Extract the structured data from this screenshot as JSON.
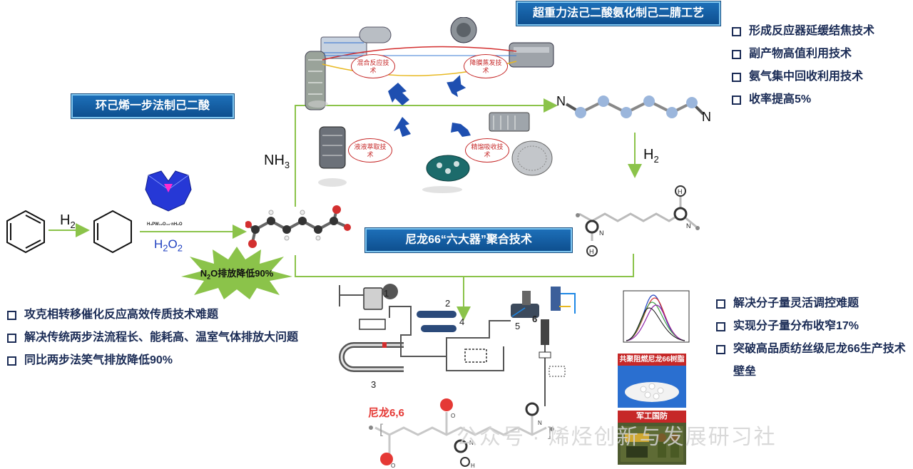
{
  "banners": {
    "top": "超重力法己二酸氨化制己二腈工艺",
    "left": "环己烯一步法制己二酸",
    "middle": "尼龙66“六大器”聚合技术"
  },
  "top_right_points": [
    "形成反应器延缓结焦技术",
    "副产物高值利用技术",
    "氨气集中回收利用技术",
    "收率提高5%"
  ],
  "left_points": [
    "攻克相转移催化反应高效传质技术难题",
    "解决传统两步法流程长、能耗高、温室气体排放大问题",
    "同比两步法笑气排放降低90%"
  ],
  "right_points": [
    "解决分子量灵活调控难题",
    "实现分子量分布收窄17%",
    "突破高品质纺丝级尼龙66生产技术壁垒"
  ],
  "reagents": {
    "h2_a": "H",
    "h2_a_sub": "2",
    "h2o2": "H",
    "h2o2_sub1": "2",
    "h2o2_mid": "O",
    "h2o2_sub2": "2",
    "nh3": "NH",
    "nh3_sub": "3",
    "h2_b": "H",
    "h2_b_sub": "2",
    "catalyst_formula": "H₃PW₁₂O₄₀·nH₂O"
  },
  "starburst": {
    "pre": "N",
    "sub": "2",
    "post": "O排放降低90%"
  },
  "process_ovals": [
    "混合反应技术",
    "降膜蒸发技术",
    "液液萃取技术",
    "精馏吸收技术"
  ],
  "atoms": {
    "n": "N",
    "h": "H",
    "o": "O"
  },
  "diagram_numbers": [
    "1",
    "2",
    "3",
    "4",
    "5",
    "6"
  ],
  "nylon_label": "尼龙6,6",
  "captions": {
    "resin": "共聚阻燃尼龙66树脂",
    "military": "军工国防"
  },
  "watermark": "公众号 · 烯烃创新与发展研习社",
  "colors": {
    "banner": "#1565c0",
    "arrow_green": "#8bc34a",
    "arrow_blue": "#1e4fb0",
    "text_navy": "#1a2b55",
    "red_oval": "#c62828",
    "starburst": "#8bc34a",
    "nylon_red": "#e53935"
  }
}
